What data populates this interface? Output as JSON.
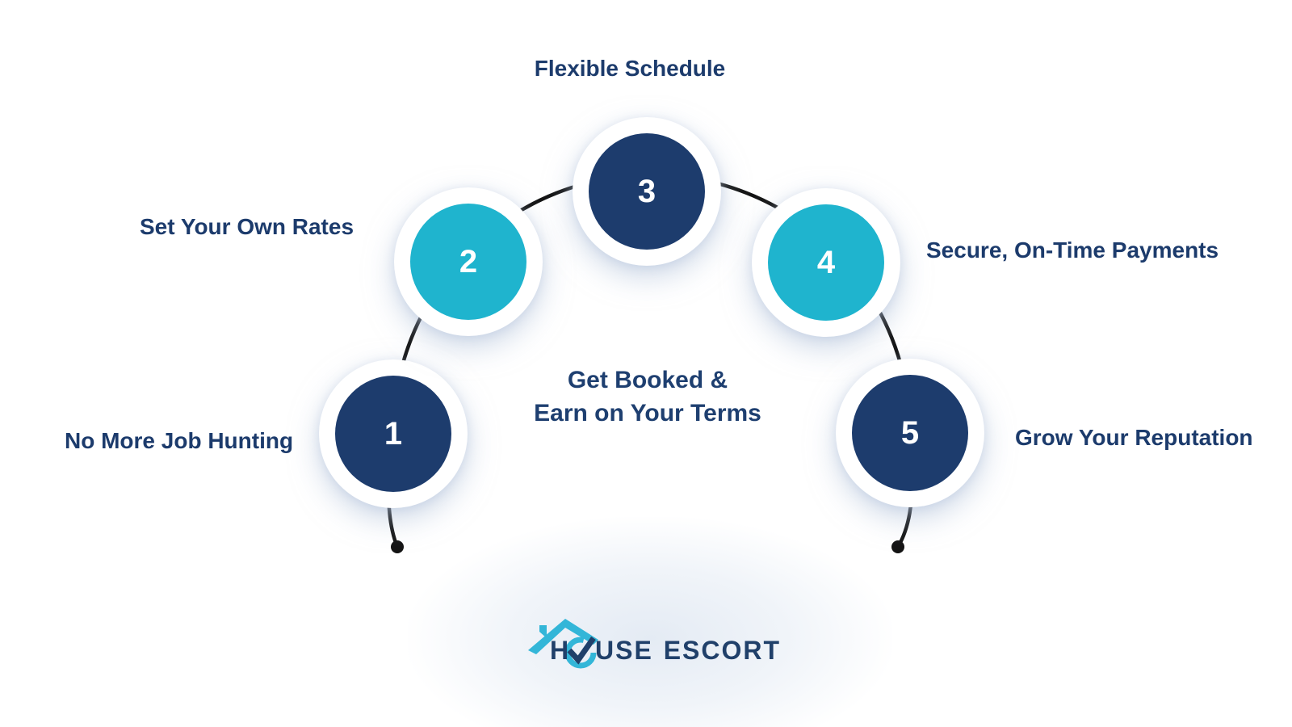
{
  "colors": {
    "navy": "#1d3c6d",
    "cyan": "#1fb4ce",
    "label": "#1c3b6c",
    "heading": "#1e3f70",
    "line": "#141414",
    "logo_navy": "#20406a",
    "logo_cyan": "#33b6d8",
    "glow": "#e4ebf4"
  },
  "center_text": {
    "line1": "Get Booked &",
    "line2": "Earn on Your Terms"
  },
  "steps": [
    {
      "number": "1",
      "label": "No More Job Hunting",
      "color": "navy"
    },
    {
      "number": "2",
      "label": "Set Your Own Rates",
      "color": "cyan"
    },
    {
      "number": "3",
      "label": "Flexible Schedule",
      "color": "navy"
    },
    {
      "number": "4",
      "label": "Secure, On-Time Payments",
      "color": "cyan"
    },
    {
      "number": "5",
      "label": "Grow Your Reputation",
      "color": "navy"
    }
  ],
  "logo": {
    "text": "HOUSE ESCORT",
    "part_h": "H",
    "part_rest": "USE ESCORT",
    "icon": "house-roof-check-icon"
  }
}
